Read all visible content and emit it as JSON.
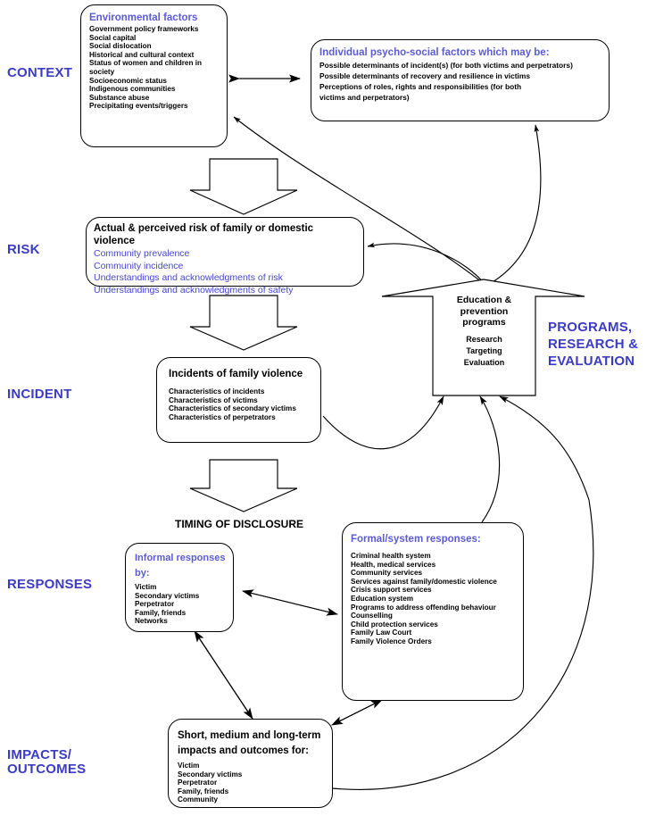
{
  "diagram": {
    "title": "Family and domestic violence context, risk, incident, responses and outcomes framework",
    "colors": {
      "heading_blue": "#5b5bd6",
      "stage_label_blue": "#3b3bc4",
      "item_blue": "#4646cf",
      "text_black": "#000000",
      "line": "#000000",
      "background": "#ffffff"
    }
  },
  "stage_labels": {
    "context": "CONTEXT",
    "risk": "RISK",
    "incident": "INCIDENT",
    "responses": "RESPONSES",
    "impacts": "IMPACTS/\nOUTCOMES",
    "impacts_line1": "IMPACTS/",
    "impacts_line2": "OUTCOMES",
    "programs_line1": "PROGRAMS,",
    "programs_line2": "RESEARCH &",
    "programs_line3": "EVALUATION"
  },
  "nodes": {
    "environmental": {
      "title": "Environmental factors",
      "title_color": "blue",
      "items": [
        "Government policy frameworks",
        "Social capital",
        "Social dislocation",
        "Historical and cultural context",
        "Status of women and children in society",
        "Socioeconomic status",
        "Indigenous communities",
        "Substance abuse",
        "Precipitating events/triggers"
      ]
    },
    "psychosocial": {
      "title": "Individual psycho-social factors which may be:",
      "title_color": "blue",
      "items": [
        "Possible determinants of incident(s) (for both victims and perpetrators)",
        "Possible determinants of recovery and resilience in victims",
        "Perceptions of roles, rights and responsibilities (for both victims and perpetrators)"
      ]
    },
    "risk": {
      "title": "Actual & perceived risk of family or domestic violence",
      "title_color": "black",
      "items": [
        "Community prevalence",
        "Community incidence",
        "Understandings and acknowledgments of risk",
        "Understandings and acknowledgments of safety"
      ]
    },
    "incident": {
      "title": "Incidents of family violence",
      "title_color": "black",
      "items": [
        "Characteristics of incidents",
        "Characteristics of victims",
        "Characteristics of secondary victims",
        "Characteristics of perpetrators"
      ]
    },
    "education": {
      "title_line1": "Education &",
      "title_line2": "prevention",
      "title_line3": "programs",
      "items": [
        "Research",
        "Targeting",
        "Evaluation"
      ]
    },
    "informal": {
      "title_line1": "Informal responses",
      "title_line2": "by:",
      "title_color": "blue",
      "items": [
        "Victim",
        "Secondary victims",
        "Perpetrator",
        "Family,  friends",
        "Networks"
      ]
    },
    "formal": {
      "title": "Formal/system responses:",
      "title_color": "blue",
      "items": [
        "Criminal health system",
        "Health,  medical services",
        "Community services",
        "Services against family/domestic violence",
        "Crisis support services",
        "Education system",
        "Programs to address offending behaviour",
        "Counselling",
        "Child protection services",
        "Family Law Court",
        "Family Violence Orders"
      ]
    },
    "impacts": {
      "title_line1": "Short, medium and long-term",
      "title_line2": "impacts and outcomes for:",
      "title_color": "black",
      "items": [
        "Victim",
        "Secondary victims",
        "Perpetrator",
        "Family,  friends",
        "Community"
      ]
    }
  },
  "annotations": {
    "timing_of_disclosure": "TIMING OF DISCLOSURE"
  },
  "flow_arrows": {
    "context_to_risk": "down-block-arrow",
    "risk_to_incident": "down-block-arrow",
    "incident_to_responses": "down-block-arrow",
    "environmental_psychosocial": "double-headed-arrow",
    "education_block": "up-block-arrow"
  }
}
